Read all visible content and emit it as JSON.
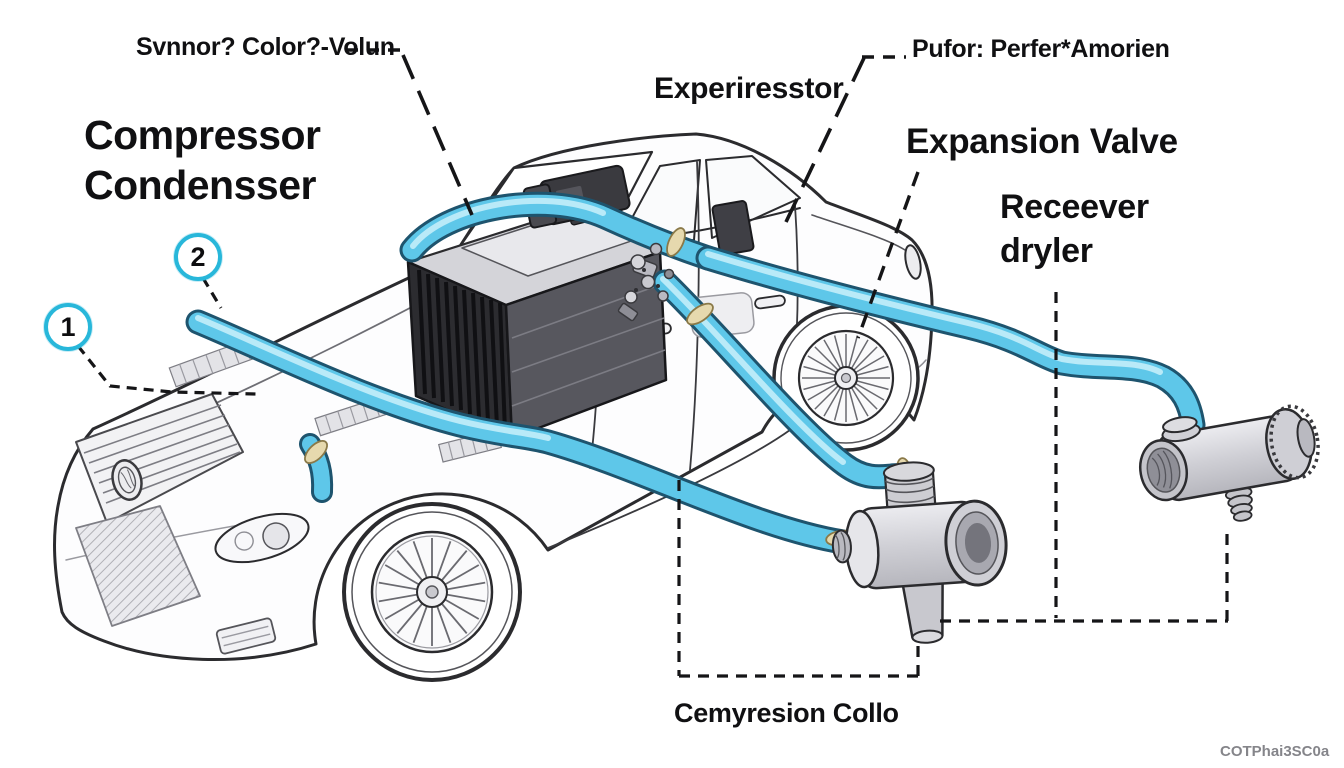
{
  "diagram": {
    "labels": {
      "sensor": "Svnnor? Color?-Volun",
      "compressor": "Compressor",
      "condenser": "Condensser",
      "evaporator": "Experiresstor",
      "cabin_unit": "Pufor: Perfer*Amorien",
      "expansion_valve": "Expansion Valve",
      "receiver_line1": "Receever",
      "receiver_line2": "dryler",
      "compression_coil": "Cemyresion Collo",
      "watermark": "COTPhai3SC0a"
    },
    "badges": {
      "one": "1",
      "two": "2"
    },
    "colors": {
      "pipe": "#5ec7e9",
      "pipe_outline": "#1e546e",
      "pipe_highlight": "#b9eaf8",
      "badge_ring": "#28b7da",
      "line_art": "#2b2b2e",
      "condenser_dark": "#2c2c30",
      "metal_light": "#d8d8dd",
      "brass_ring": "#e6d9ae",
      "watermark_gray": "#85858a",
      "background": "#ffffff"
    }
  }
}
